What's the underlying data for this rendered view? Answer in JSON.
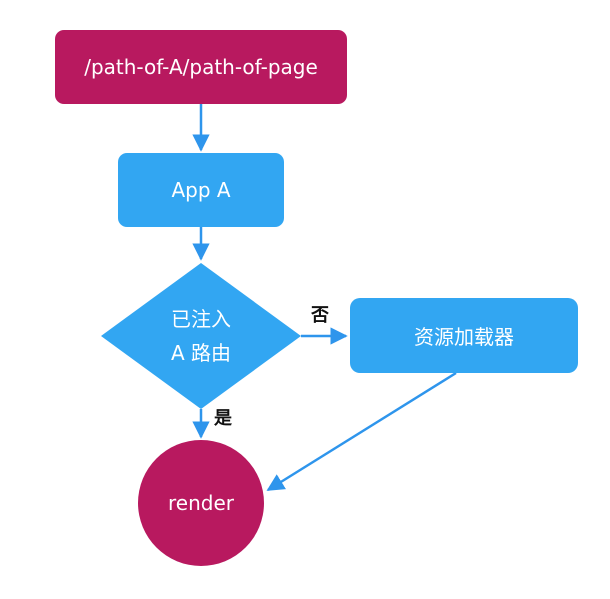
{
  "colors": {
    "magenta": "#B8195F",
    "blue": "#32A6F2",
    "arrow": "#2E95EC"
  },
  "nodes": {
    "path": "/path-of-A/path-of-page",
    "app": "App A",
    "decision_line1": "已注入",
    "decision_line2": "A 路由",
    "loader": "资源加载器",
    "render": "render"
  },
  "edges": {
    "no_label": "否",
    "yes_label": "是"
  }
}
